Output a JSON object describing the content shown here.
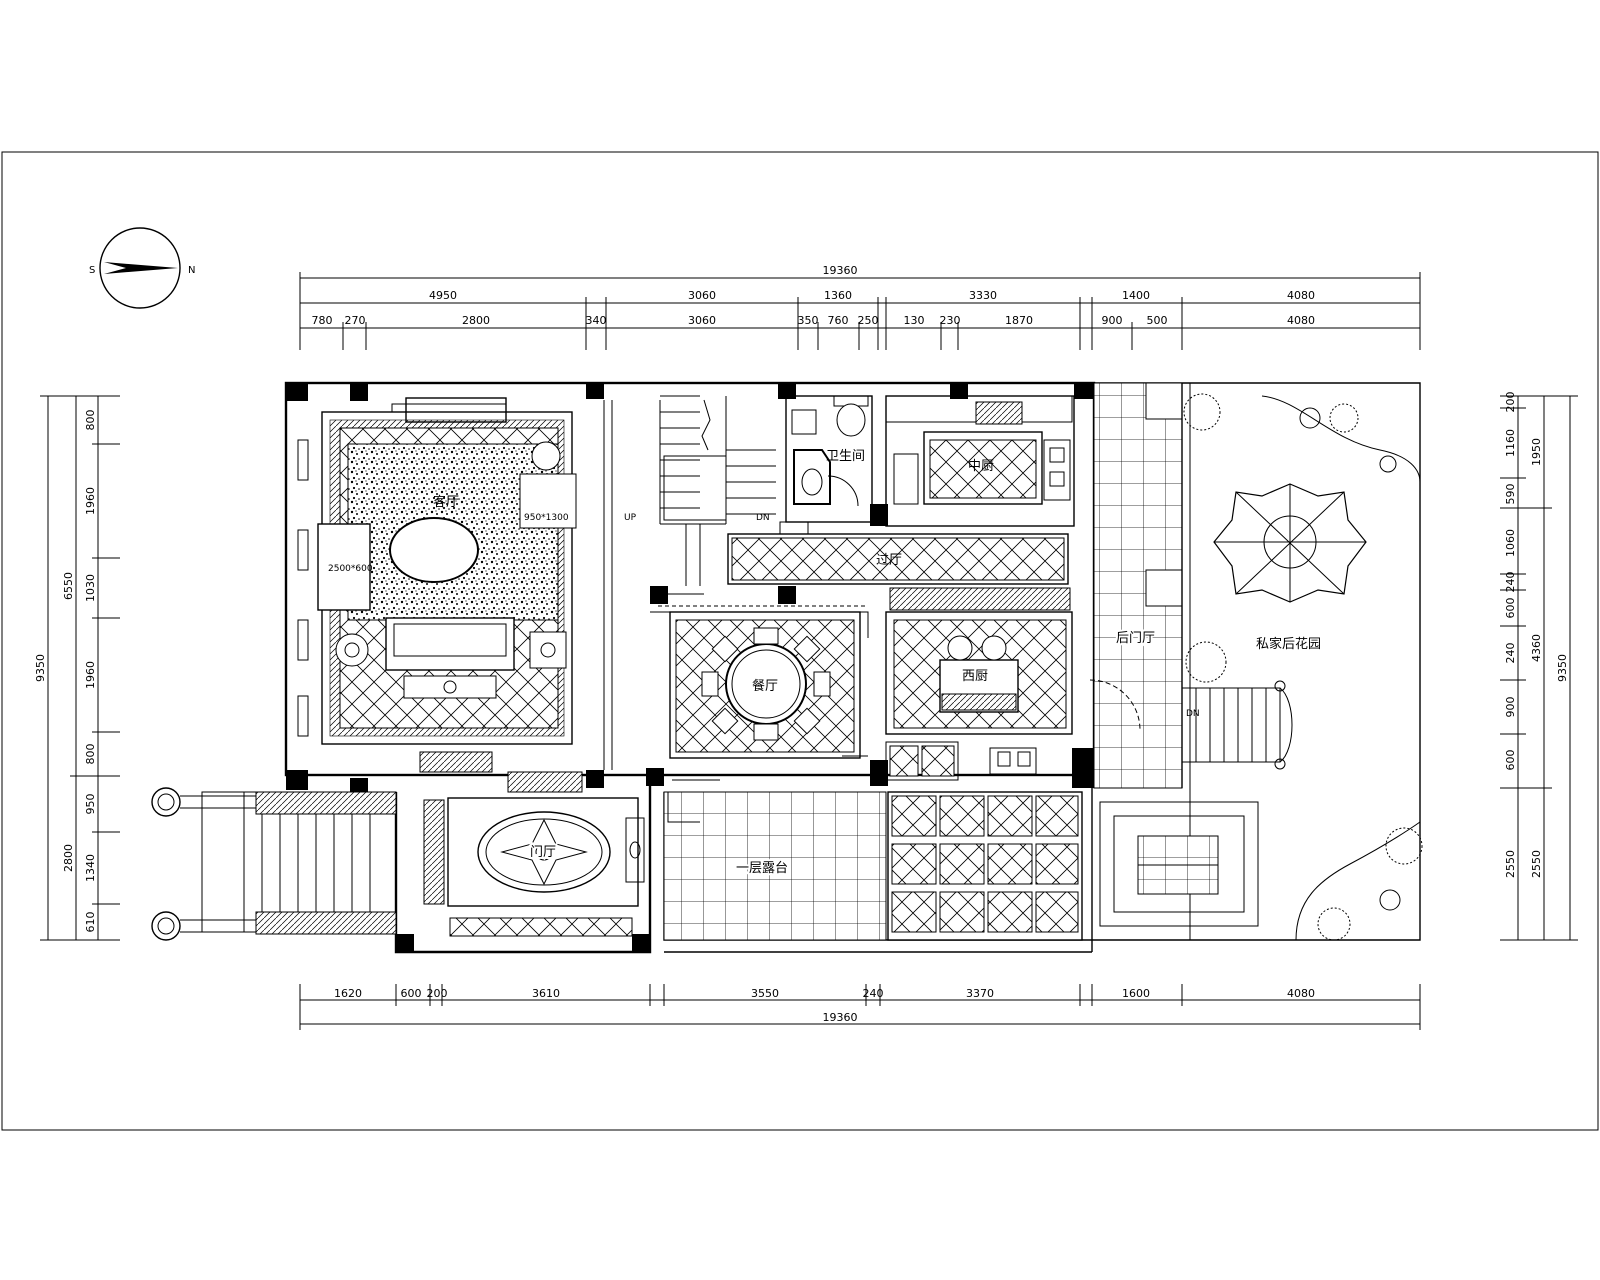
{
  "compass": {
    "south": "S",
    "north": "N"
  },
  "rooms": {
    "living": "客厅",
    "bathroom": "卫生间",
    "chinese_kitchen": "中厨",
    "corridor": "过厅",
    "dining": "餐厅",
    "western_kitchen": "西厨",
    "back_hall": "后门厅",
    "garden": "私家后花园",
    "foyer": "门厅",
    "terrace": "一层露台"
  },
  "furniture": {
    "cabinet_size": "950*1300",
    "sofa_size": "2500*600",
    "stair_up": "UP",
    "stair_down_1": "DN",
    "stair_down_2": "DN"
  },
  "dimensions": {
    "top_total": "19360",
    "top_row1": [
      "4950",
      "3060",
      "1360",
      "3330",
      "1400",
      "4080"
    ],
    "top_row2": [
      "780",
      "270",
      "2800",
      "340",
      "3060",
      "350",
      "760",
      "250",
      "130",
      "230",
      "1870",
      "900",
      "500",
      "4080"
    ],
    "bottom_row": [
      "1620",
      "600",
      "200",
      "3610",
      "3550",
      "240",
      "3370",
      "1600",
      "4080"
    ],
    "bottom_total": "19360",
    "left_total": "9350",
    "left_row1": [
      "6550",
      "2800"
    ],
    "left_row2": [
      "800",
      "1960",
      "1030",
      "1960",
      "800",
      "950",
      "1340",
      "610"
    ],
    "right_total": "9350",
    "right_row1": [
      "1950",
      "4360",
      "2550"
    ],
    "right_row2": [
      "200",
      "1160",
      "590",
      "1060",
      "240",
      "600",
      "240",
      "900",
      "600",
      "2550"
    ]
  }
}
